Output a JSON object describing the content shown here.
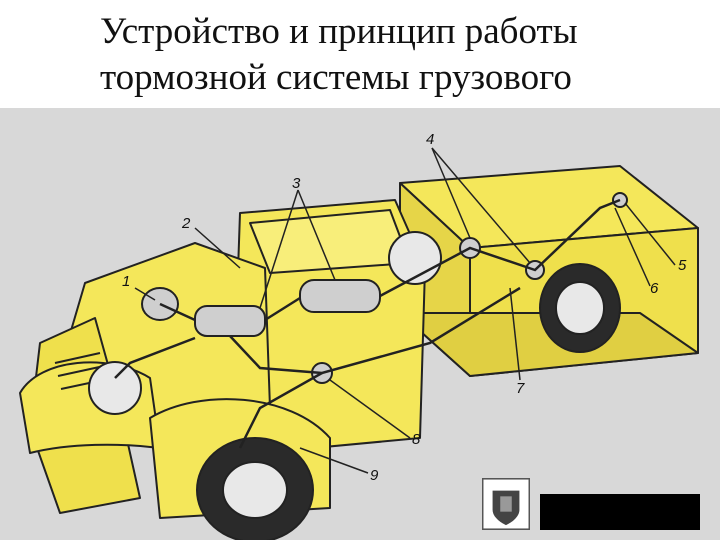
{
  "title": {
    "line1": "Устройство и принцип работы",
    "line2": "тормозной системы грузового"
  },
  "callouts": [
    "1",
    "2",
    "3",
    "4",
    "5",
    "6",
    "7",
    "8",
    "9"
  ],
  "colors": {
    "body": "#f5e85a",
    "background": "#d9d9d9",
    "line": "#222222"
  }
}
